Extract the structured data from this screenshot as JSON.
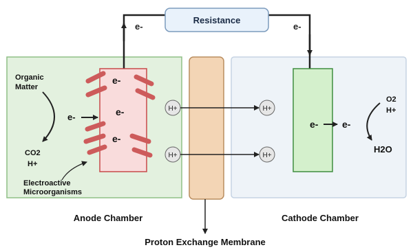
{
  "circuit": {
    "resistance_label": "Resistance",
    "electron_left": "e-",
    "electron_right": "e-"
  },
  "anode": {
    "chamber_label": "Anode Chamber",
    "organic_matter_line1": "Organic",
    "organic_matter_line2": "Matter",
    "electron_flow": "e-",
    "co2_label": "CO2",
    "h_plus_label": "H+",
    "microorganisms_line1": "Electroactive",
    "microorganisms_line2": "Microorganisms",
    "electrode_electron_top": "e-",
    "electrode_electron_mid": "e-",
    "electrode_electron_bottom": "e-"
  },
  "membrane": {
    "label": "Proton Exchange Membrane"
  },
  "protons": {
    "label": "H+"
  },
  "cathode": {
    "chamber_label": "Cathode Chamber",
    "electron_in": "e-",
    "electron_out": "e-",
    "o2_label": "O2",
    "h_plus_label": "H+",
    "product_label": "H2O"
  },
  "colors": {
    "anode_fill": "#e3f1df",
    "anode_border": "#8fbf86",
    "cathode_fill": "#eef3f8",
    "cathode_border": "#c5d3e3",
    "membrane_fill": "#f3d5b5",
    "membrane_border": "#b98d5f",
    "electrode_anode_fill": "#f9dcdc",
    "electrode_anode_border": "#c74a4a",
    "microorganism_color": "#cd5b5b",
    "electrode_cathode_fill": "#d4f0cc",
    "electrode_cathode_border": "#3f8d3f",
    "resistance_fill": "#e9f2fb",
    "resistance_border": "#7c9bbd",
    "wire": "#222222"
  }
}
